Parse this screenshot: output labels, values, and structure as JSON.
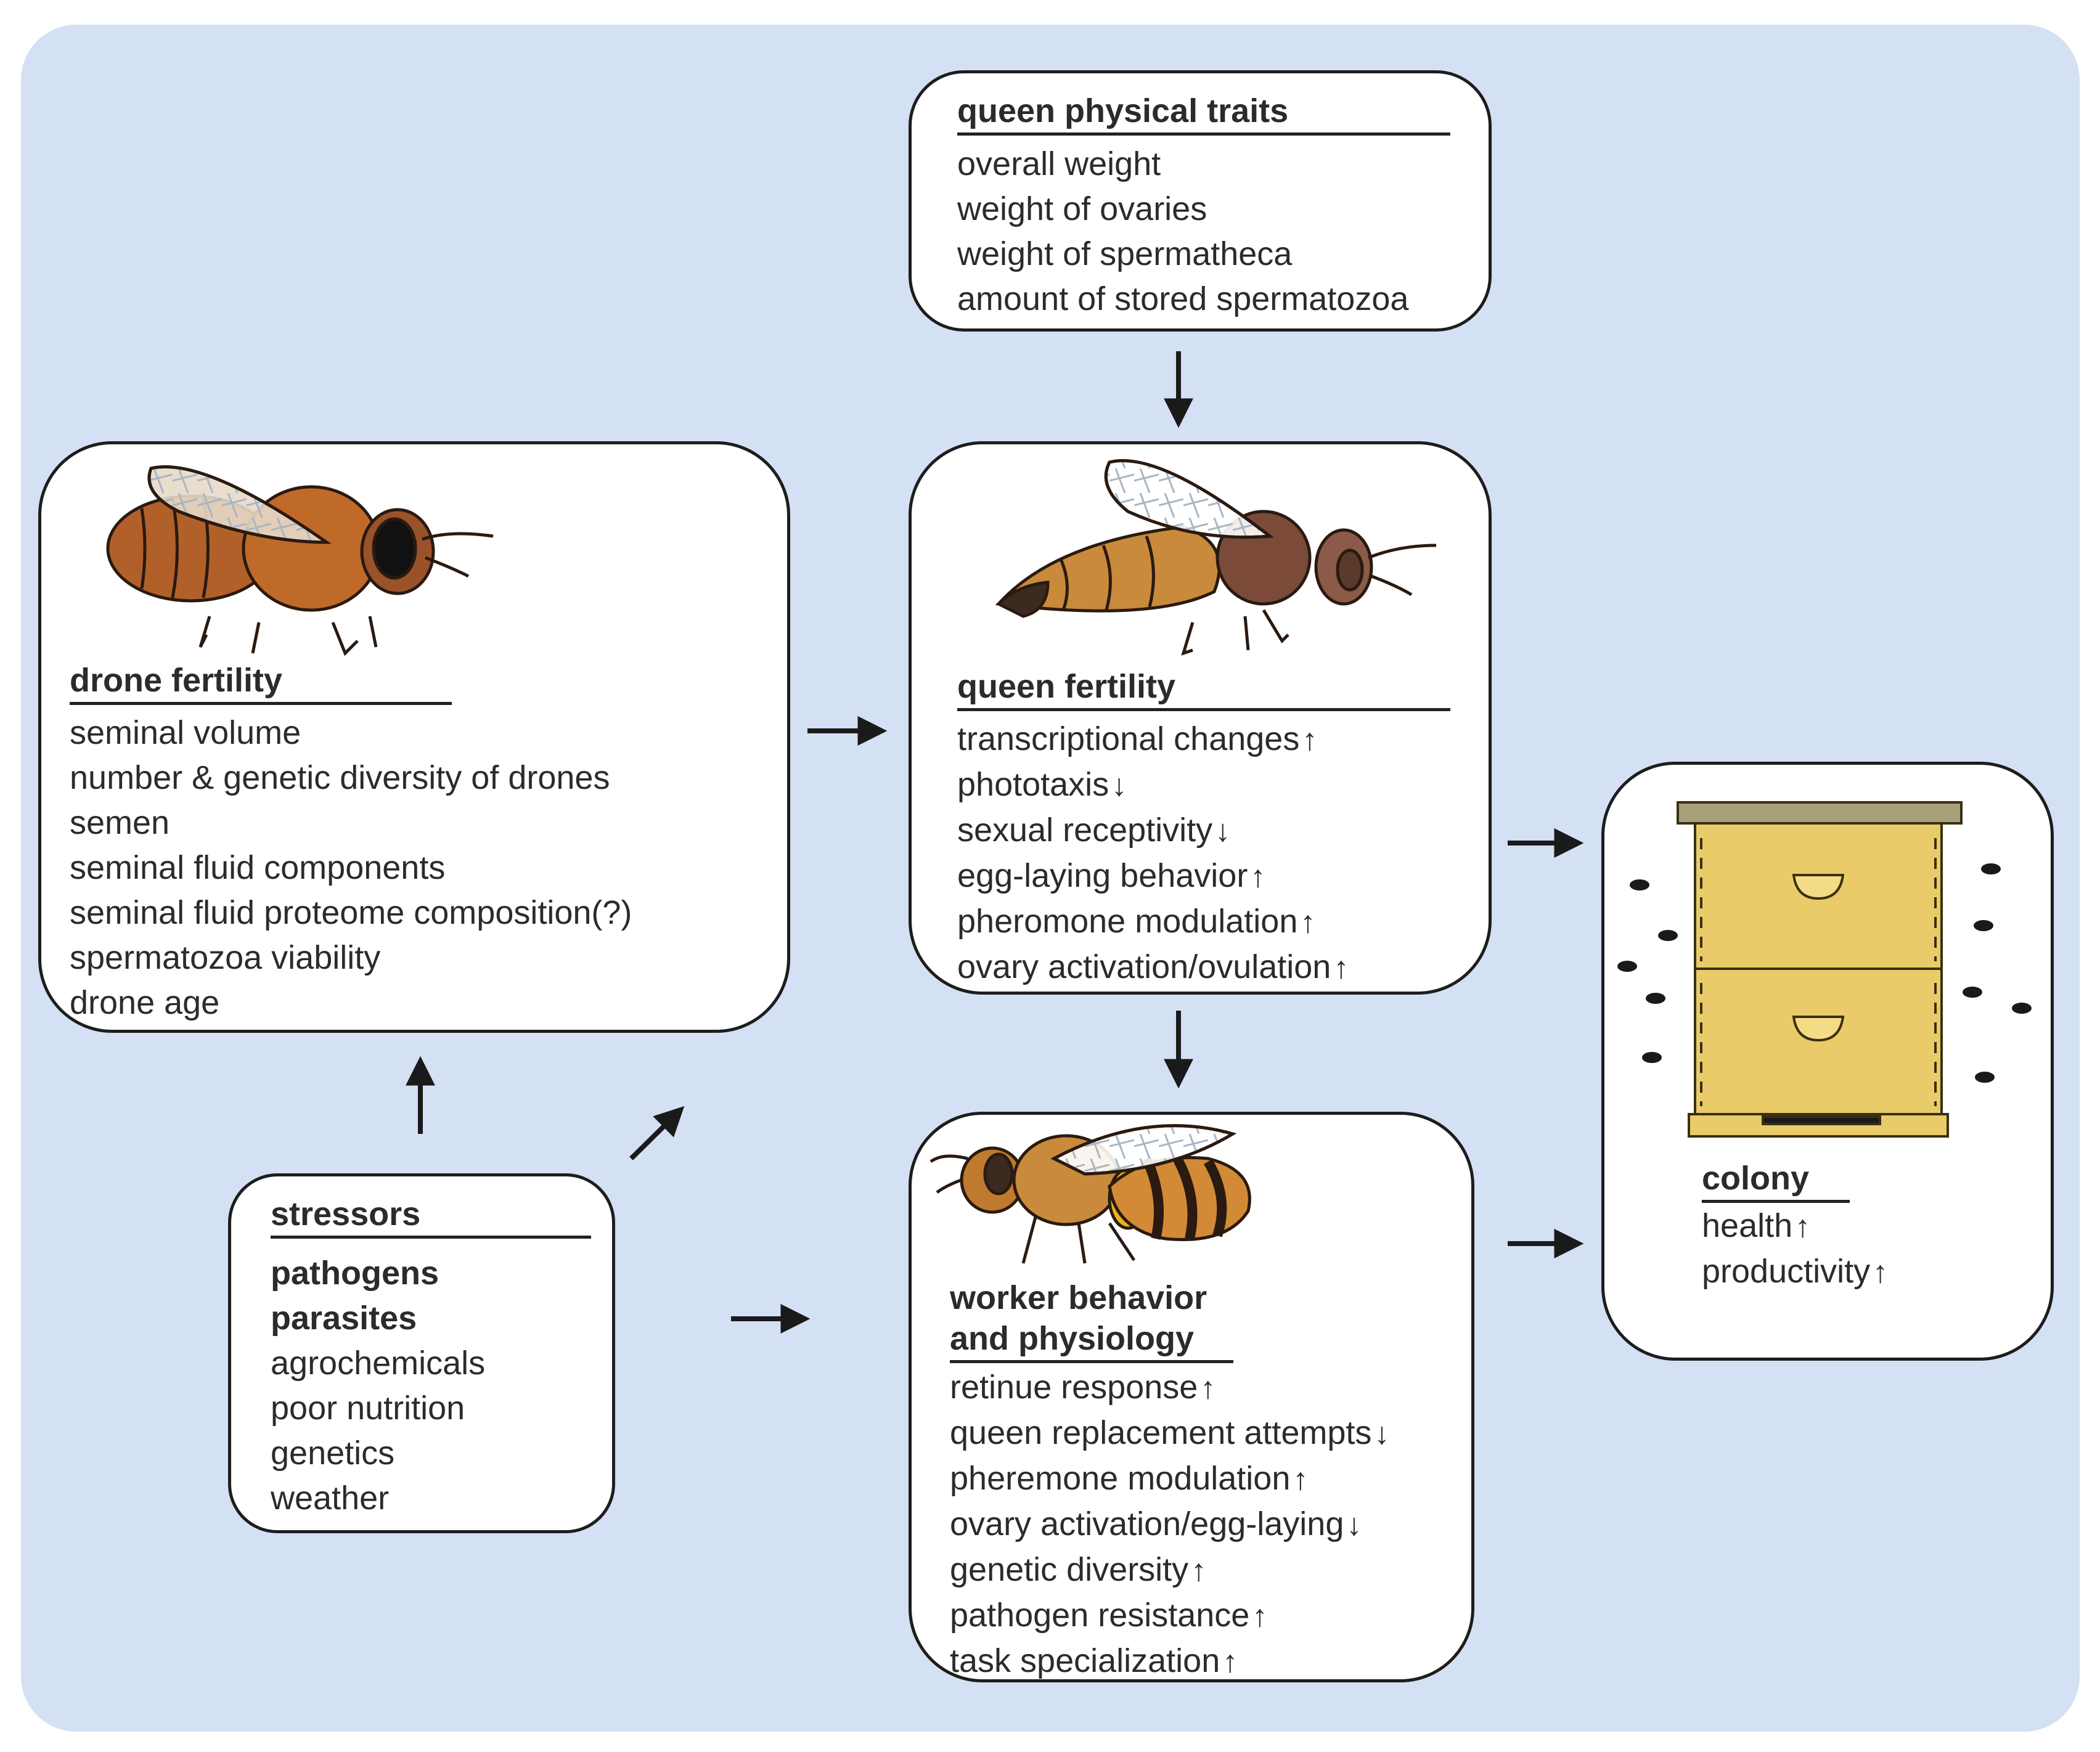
{
  "queen_traits": {
    "title": "queen physical traits",
    "items": [
      "overall weight",
      "weight of ovaries",
      "weight of spermatheca",
      "amount of stored spermatozoa"
    ]
  },
  "drone": {
    "title": "drone fertility",
    "items": [
      "seminal volume",
      "number & genetic diversity of drones",
      "semen",
      "seminal fluid components",
      "seminal fluid proteome composition(?)",
      "spermatozoa viability",
      "drone age"
    ]
  },
  "queen": {
    "title": "queen fertility",
    "items": [
      {
        "text": "transcriptional changes",
        "arrow": "↑"
      },
      {
        "text": "phototaxis",
        "arrow": "↓"
      },
      {
        "text": "sexual receptivity",
        "arrow": "↓"
      },
      {
        "text": "egg-laying behavior",
        "arrow": "↑"
      },
      {
        "text": "pheromone modulation",
        "arrow": "↑"
      },
      {
        "text": "ovary activation/ovulation",
        "arrow": "↑"
      }
    ]
  },
  "stressors": {
    "title": "stressors",
    "bold_items": [
      "pathogens",
      "parasites"
    ],
    "items": [
      "agrochemicals",
      "poor nutrition",
      "genetics",
      "weather"
    ]
  },
  "worker": {
    "title_line1": "worker behavior",
    "title_line2": "and physiology",
    "items": [
      {
        "text": "retinue response",
        "arrow": "↑"
      },
      {
        "text": "queen replacement attempts",
        "arrow": "↓"
      },
      {
        "text": "pheremone modulation",
        "arrow": "↑"
      },
      {
        "text": "ovary activation/egg-laying",
        "arrow": "↓"
      },
      {
        "text": "genetic diversity",
        "arrow": "↑"
      },
      {
        "text": "pathogen resistance",
        "arrow": "↑"
      },
      {
        "text": "task specialization",
        "arrow": "↑"
      }
    ]
  },
  "colony": {
    "title": "colony",
    "items": [
      {
        "text": "health",
        "arrow": "↑"
      },
      {
        "text": "productivity",
        "arrow": "↑"
      }
    ]
  }
}
